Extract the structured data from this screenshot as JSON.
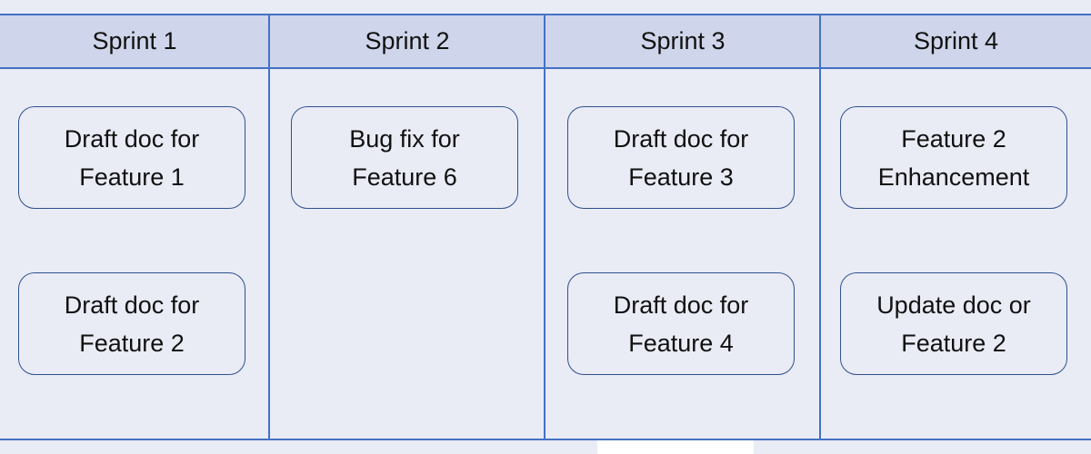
{
  "board": {
    "columns": [
      {
        "header": "Sprint 1",
        "cards": [
          "Draft doc for\nFeature 1",
          "Draft doc for\nFeature 2"
        ]
      },
      {
        "header": "Sprint 2",
        "cards": [
          "Bug fix for\nFeature 6"
        ]
      },
      {
        "header": "Sprint 3",
        "cards": [
          "Draft doc for\nFeature 3",
          "Draft doc for\nFeature 4"
        ]
      },
      {
        "header": "Sprint 4",
        "cards": [
          "Feature 2\nEnhancement",
          "Update doc or\nFeature 2"
        ]
      }
    ]
  },
  "colors": {
    "background": "#e9ebf5",
    "header_band": "#cfd5ea",
    "rule": "#4472c4",
    "card_border": "#2f528f"
  }
}
